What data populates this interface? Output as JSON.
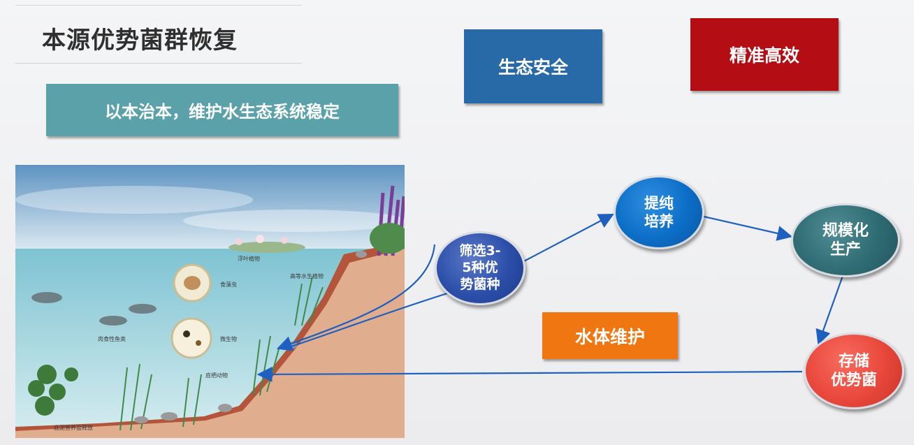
{
  "title": "本源优势菌群恢复",
  "banner": "以本治本，维护水生态系统稳定",
  "tags": {
    "safety": "生态安全",
    "precise": "精准高效",
    "water": "水体维护"
  },
  "flow": {
    "screen": [
      "筛选3-",
      "5种优",
      "势菌种"
    ],
    "purify": [
      "提纯",
      "培养"
    ],
    "scale": [
      "规模化",
      "生产"
    ],
    "store": [
      "存储",
      "优势菌"
    ]
  },
  "scene_labels": {
    "floating": "浮叶植物",
    "emergent": "高等水生植物",
    "zooplankton": "食藻虫",
    "microbes": "微生物",
    "carnivore": "肉食性鱼类",
    "benthic": "底栖动物",
    "sediment": "底泥营养盐释放"
  },
  "colors": {
    "banner": "#5aa1aa",
    "safety": "#2869a8",
    "precise": "#b50d14",
    "water": "#ef7611",
    "arrow": "#1f5fbf"
  }
}
